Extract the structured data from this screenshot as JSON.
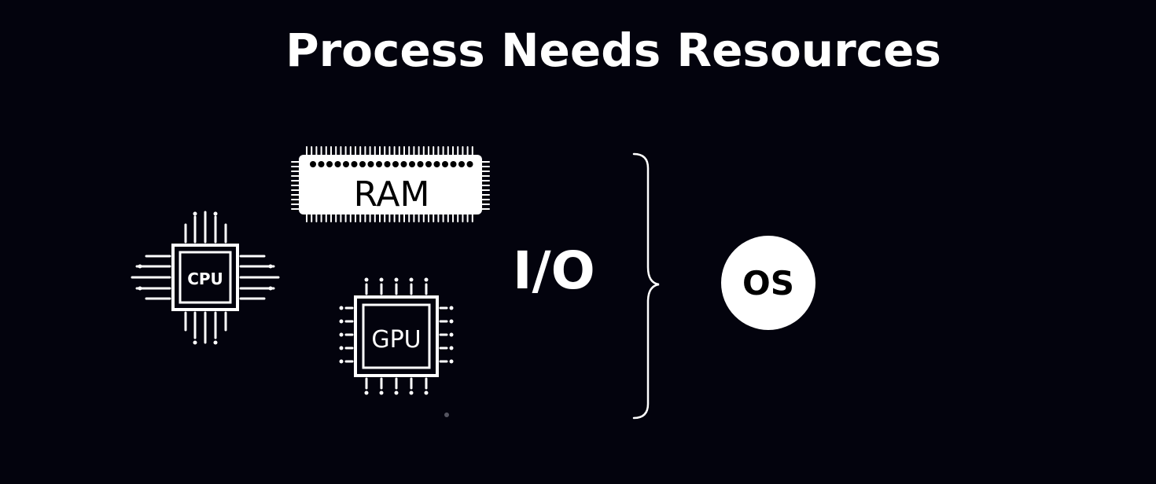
{
  "title": "Process Needs Resources",
  "resources": {
    "ram": "RAM",
    "cpu": "CPU",
    "gpu": "GPU",
    "io": "I/O"
  },
  "target": "OS",
  "colors": {
    "background": "#03030d",
    "foreground": "#ffffff"
  }
}
